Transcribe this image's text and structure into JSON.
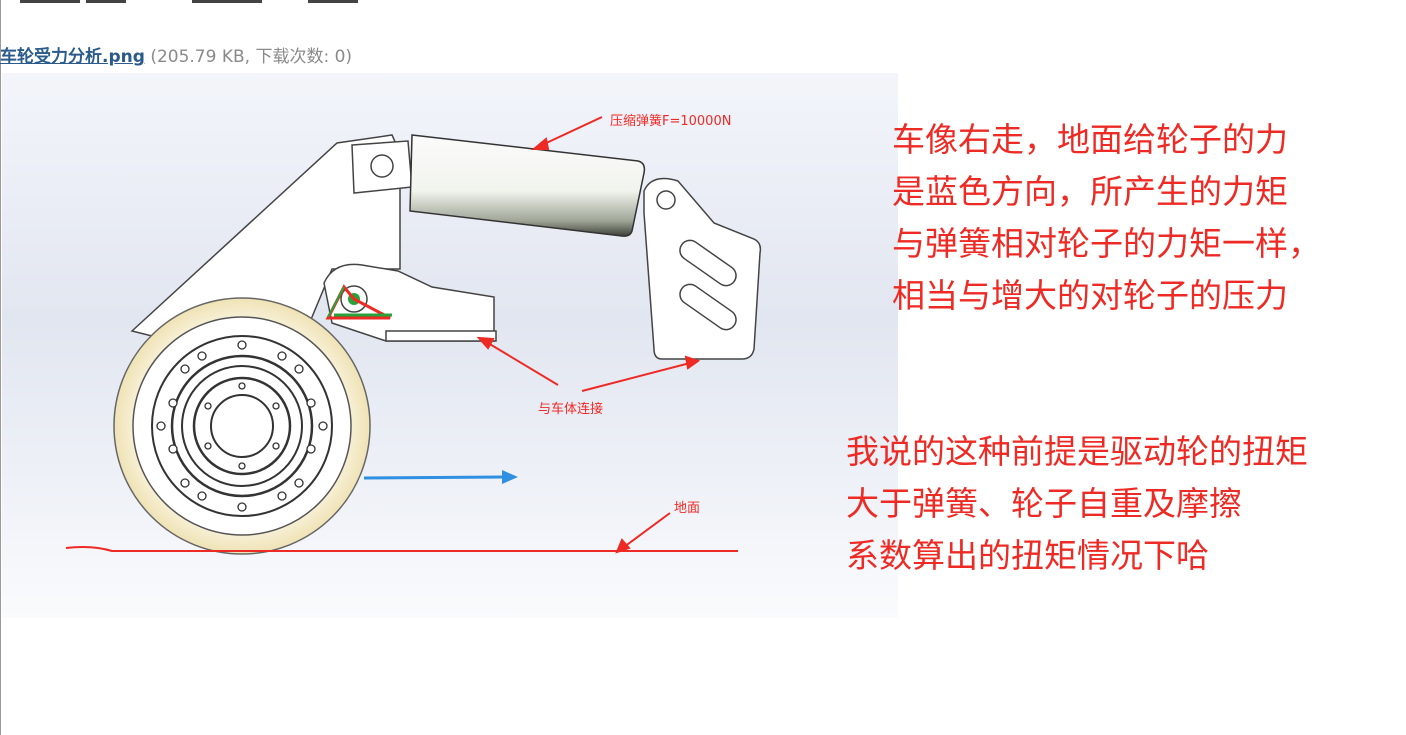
{
  "attachment": {
    "filename": "车轮受力分析.png",
    "meta": "(205.79 KB, 下载次数: 0)"
  },
  "figure": {
    "spring_label": "压缩弹簧F=10000N",
    "body_connection_label": "与车体连接",
    "ground_label": "地面"
  },
  "notes": {
    "note1": [
      "车像右走，地面给轮子的力",
      "是蓝色方向，所产生的力矩",
      "与弹簧相对轮子的力矩一样，",
      "相当与增大的对轮子的压力"
    ],
    "note2": [
      "我说的这种前提是驱动轮的扭矩",
      "大于弹簧、轮子自重及摩擦",
      "系数算出的扭矩情况下哈"
    ]
  },
  "colors": {
    "annotation_red": "#ee2a24",
    "force_arrow_blue": "#2f8fe0",
    "link_blue": "#2a5b8c",
    "meta_gray": "#8a8a8a",
    "triangle_green": "#27a33a"
  }
}
